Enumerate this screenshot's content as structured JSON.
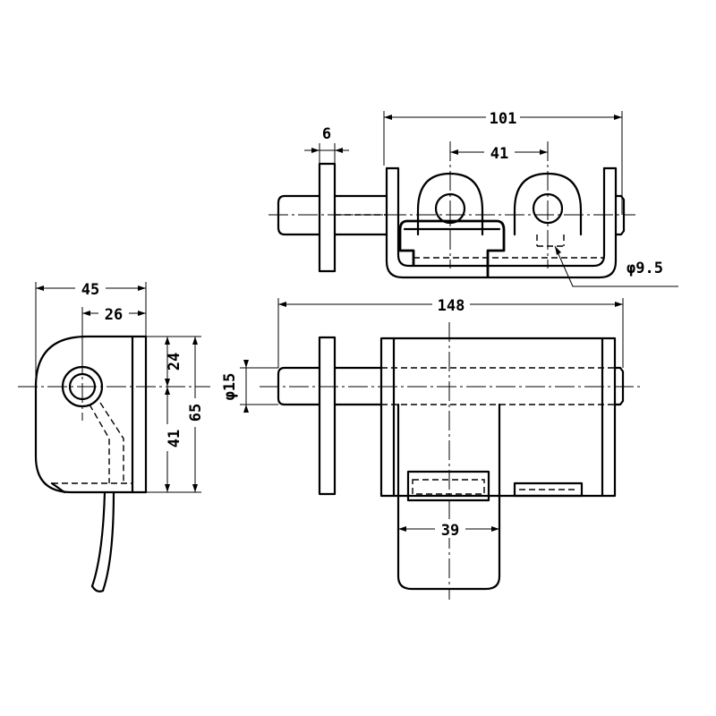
{
  "dimensions": {
    "top_width": "101",
    "top_spacing": "41",
    "flange": "6",
    "hole_dia": "φ9.5",
    "side_width": "45",
    "side_offset": "26",
    "side_upper": "24",
    "side_lower": "41",
    "side_height": "65",
    "shaft_dia": "φ15",
    "overall_length": "148",
    "handle_width": "39"
  }
}
